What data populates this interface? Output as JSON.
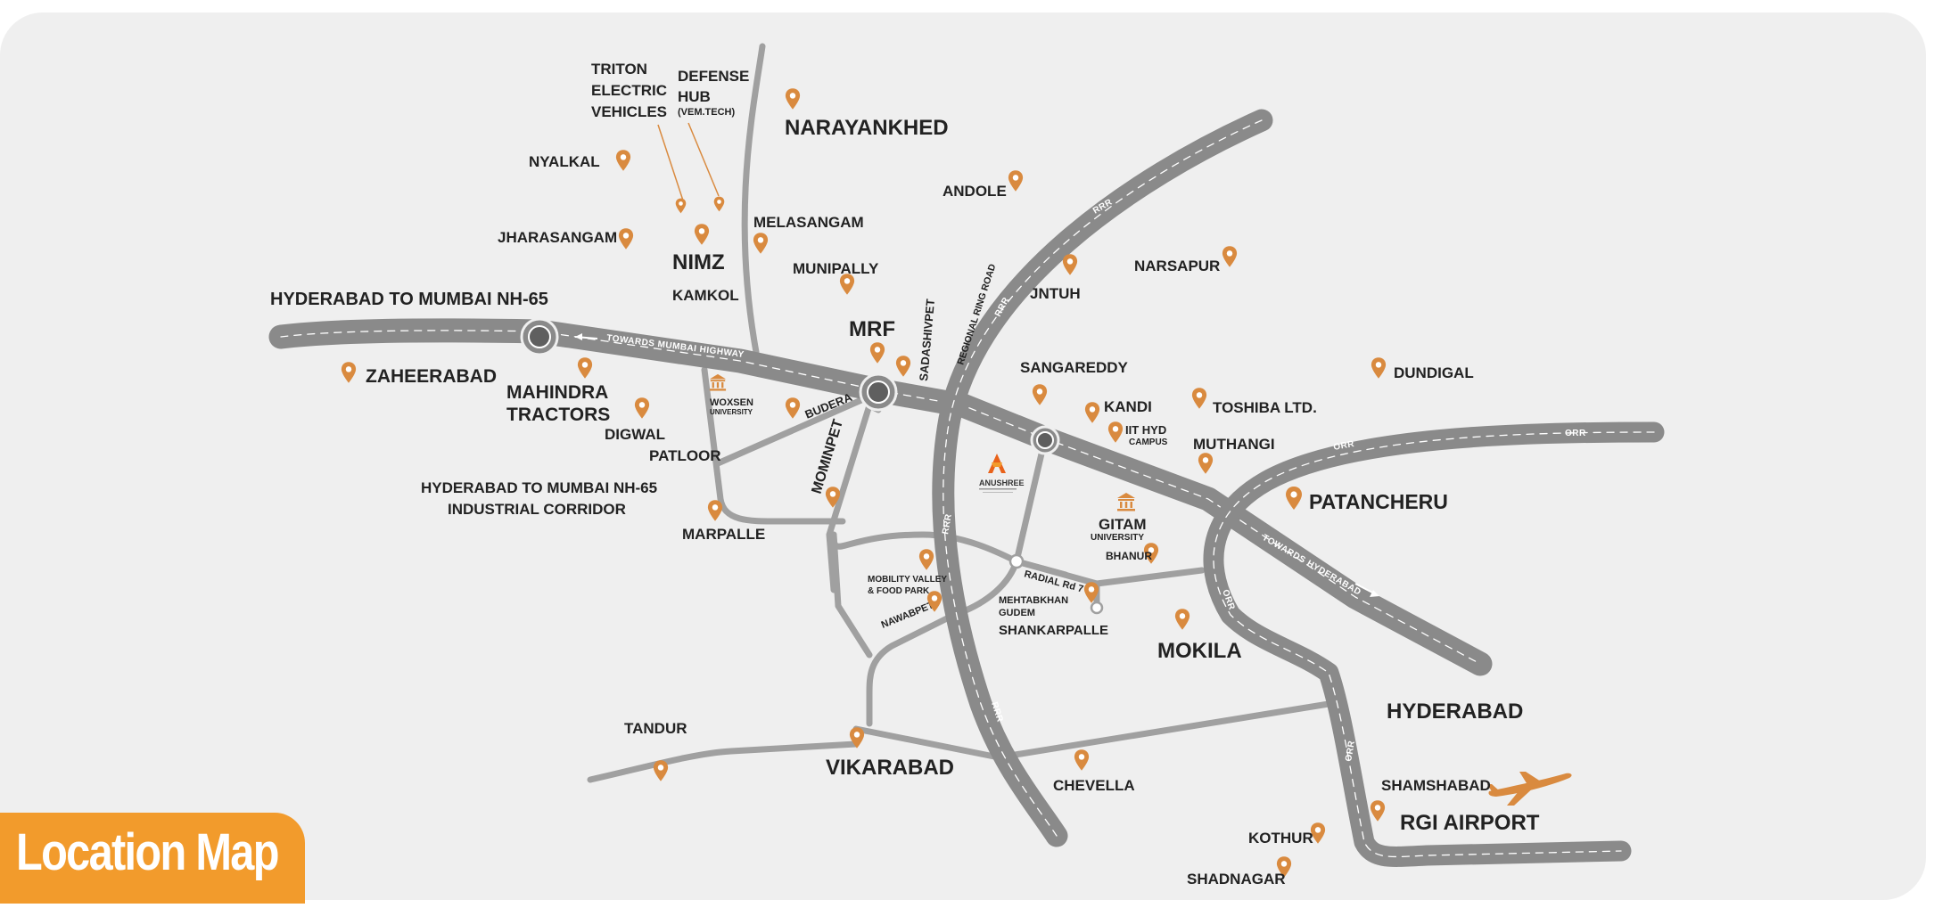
{
  "title": "Location Map",
  "colors": {
    "accent": "#f29b2c",
    "pin": "#d98a3f",
    "road": "#8a8a8a",
    "road_light": "#a0a0a0",
    "background": "#efefef"
  },
  "highway_labels": {
    "nh65": "HYDERABAD TO MUMBAI NH-65",
    "corridor_1": "HYDERABAD TO MUMBAI NH-65",
    "corridor_2": "INDUSTRIAL CORRIDOR"
  },
  "road_texts": {
    "towards_mumbai": "TOWARDS MUMBAI HIGHWAY",
    "towards_hyderabad": "TOWARDS HYDERABAD",
    "regional_ring_road": "REGIONAL RING ROAD",
    "rrr": "RRR",
    "orr": "ORR",
    "radial_rd": "RADIAL Rd 7",
    "budera": "BUDERA",
    "mominpet": "MOMINPET",
    "nawabpet": "NAWABPET",
    "sadashivpet": "SADASHIVPET"
  },
  "places": {
    "triton_1": "TRITON",
    "triton_2": "ELECTRIC",
    "triton_3": "VEHICLES",
    "defense_1": "DEFENSE",
    "defense_2": "HUB",
    "defense_3": "(VEM.TECH)",
    "narayankhed": "NARAYANKHED",
    "nyalkal": "NYALKAL",
    "andole": "ANDOLE",
    "melasangam": "MELASANGAM",
    "jharasangam": "JHARASANGAM",
    "nimz": "NIMZ",
    "munipally": "MUNIPALLY",
    "narsapur": "NARSAPUR",
    "kamkol": "KAMKOL",
    "jntuh": "JNTUH",
    "mrf": "MRF",
    "zaheerabad": "ZAHEERABAD",
    "mahindra_1": "MAHINDRA",
    "mahindra_2": "TRACTORS",
    "woxsen_1": "WOXSEN",
    "woxsen_2": "UNIVERSITY",
    "sangareddy": "SANGAREDDY",
    "dundigal": "DUNDIGAL",
    "kandi": "KANDI",
    "toshiba": "TOSHIBA LTD.",
    "iit_1": "IIT HYD",
    "iit_2": "CAMPUS",
    "digwal": "DIGWAL",
    "patloor": "PATLOOR",
    "muthangi": "MUTHANGI",
    "patancheru": "PATANCHERU",
    "gitam_1": "GITAM",
    "gitam_2": "UNIVERSITY",
    "bhanur": "BHANUR",
    "marpalle": "MARPALLE",
    "mobility_1": "MOBILITY VALLEY",
    "mobility_2": "& FOOD PARK",
    "mehtabkhan_1": "MEHTABKHAN",
    "mehtabkhan_2": "GUDEM",
    "shankarpalle": "SHANKARPALLE",
    "mokila": "MOKILA",
    "hyderabad": "HYDERABAD",
    "tandur": "TANDUR",
    "vikarabad": "VIKARABAD",
    "chevella": "CHEVELLA",
    "shamshabad": "SHAMSHABAD",
    "rgi_airport": "RGI AIRPORT",
    "kothur": "KOTHUR",
    "shadnagar": "SHADNAGAR",
    "anushree": "ANUSHREE"
  },
  "icons": [
    "map-pin-icon",
    "university-icon",
    "airplane-icon",
    "junction-icon",
    "anushree-logo-icon"
  ]
}
